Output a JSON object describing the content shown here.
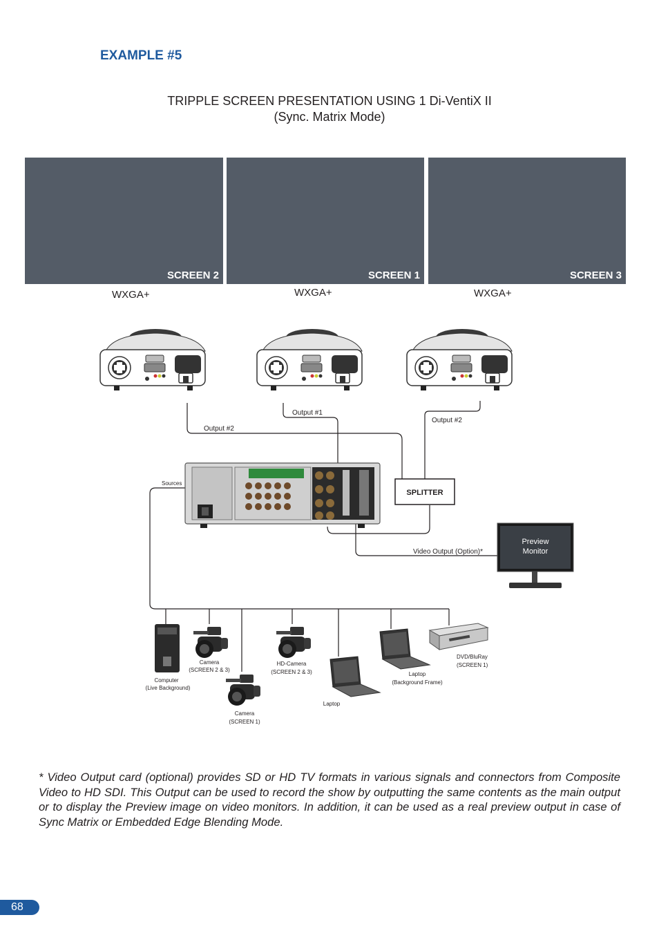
{
  "heading": "EXAMPLE #5",
  "title": {
    "line1": "TRIPPLE SCREEN PRESENTATION USING  1 Di-VentiX II",
    "line2": "(Sync. Matrix Mode)"
  },
  "screens": [
    {
      "label": "SCREEN 2",
      "resolution": "WXGA+"
    },
    {
      "label": "SCREEN 1",
      "resolution": "WXGA+"
    },
    {
      "label": "SCREEN 3",
      "resolution": "WXGA+"
    }
  ],
  "connections": {
    "output_left": "Output #2",
    "output_center": "Output #1",
    "output_right": "Output #2",
    "sources": "Sources",
    "splitter": "SPLITTER",
    "video_output": "Video Output (Option)*",
    "preview_monitor": [
      "Preview",
      "Monitor"
    ]
  },
  "sources": {
    "computer": [
      "Computer",
      "(Live Background)"
    ],
    "camera_a": [
      "Camera",
      "(SCREEN 2 & 3)"
    ],
    "camera_b": [
      "Camera",
      "(SCREEN 1)"
    ],
    "hd_camera": [
      "HD-Camera",
      "(SCREEN 2 & 3)"
    ],
    "laptop_a": [
      "Laptop"
    ],
    "laptop_b": [
      "Laptop",
      "(Background Frame)"
    ],
    "dvd": [
      "DVD/BluRay",
      "(SCREEN 1)"
    ]
  },
  "footnote": "* Video Output card (optional) provides SD or HD TV formats in various signals and connectors from Composite Video to HD SDI. This Output can be used to record the show by outputting the same contents as the main output or to display the Preview image on video monitors. In addition, it can be used as a real preview output in case of Sync Matrix or Embedded Edge Blending Mode.",
  "page_number": "68",
  "colors": {
    "accent": "#1f5a9e",
    "screen": "#545c67"
  }
}
